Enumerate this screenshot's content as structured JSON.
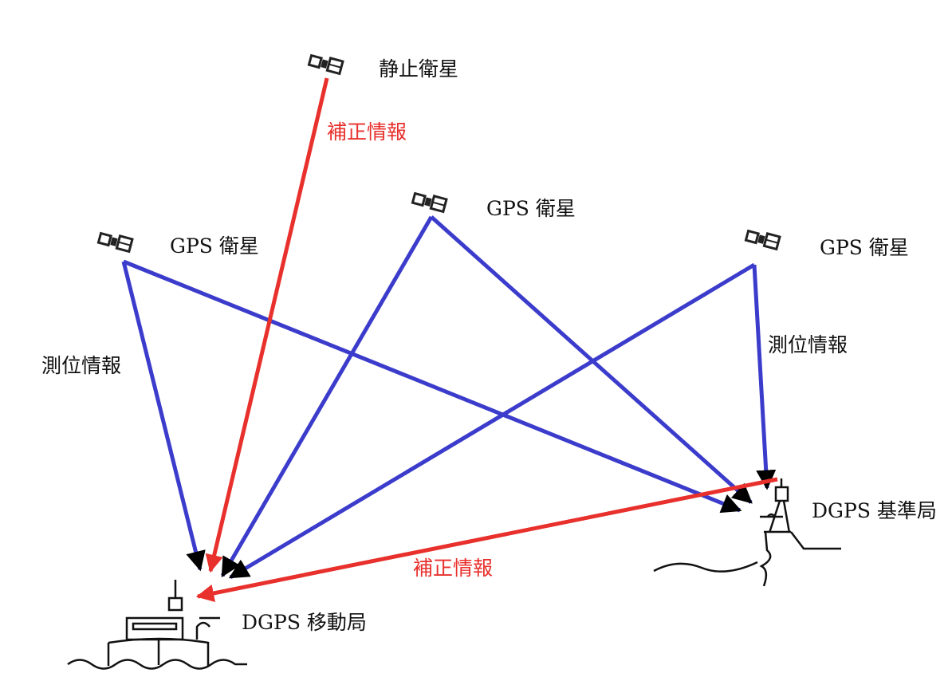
{
  "colors": {
    "positioning": "#3c3ccc",
    "correction": "#e8302c",
    "arrowhead": "#000000"
  },
  "satellites": {
    "geostationary": "静止衛星",
    "gps_left": "GPS 衛星",
    "gps_center": "GPS 衛星",
    "gps_right": "GPS 衛星"
  },
  "labels": {
    "correction_top": "補正情報",
    "correction_bottom": "補正情報",
    "positioning_left": "測位情報",
    "positioning_right": "測位情報"
  },
  "stations": {
    "reference": "DGPS 基準局",
    "mobile": "DGPS 移動局"
  }
}
